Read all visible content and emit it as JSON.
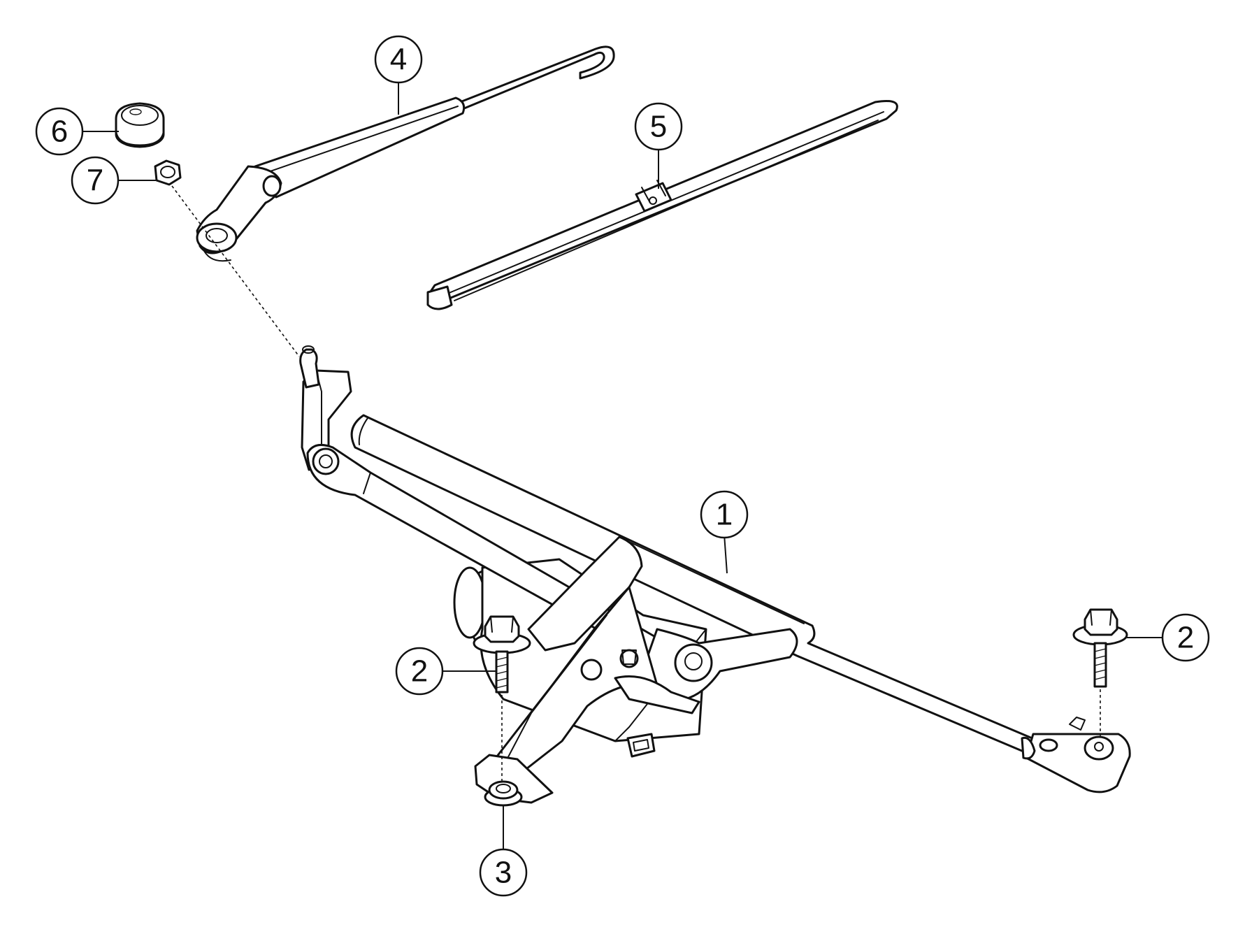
{
  "callouts": {
    "c1": "1",
    "c2a": "2",
    "c2b": "2",
    "c3": "3",
    "c4": "4",
    "c5": "5",
    "c6": "6",
    "c7": "7"
  },
  "colors": {
    "line": "#111111",
    "background": "#ffffff"
  }
}
